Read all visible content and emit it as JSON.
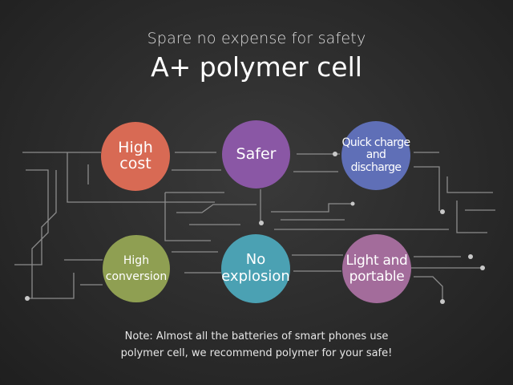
{
  "header": {
    "subtitle": "Spare no expense for safety",
    "title": "A+ polymer cell"
  },
  "features": [
    {
      "line1": "High",
      "line2": "cost",
      "line3": "",
      "color": "#d86a54"
    },
    {
      "line1": "Safer",
      "line2": "",
      "line3": "",
      "color": "#8a57a5"
    },
    {
      "line1": "Quick charge",
      "line2": "and",
      "line3": "discharge",
      "color": "#5f6fb7"
    },
    {
      "line1": "High",
      "line2": "conversion",
      "line3": "",
      "color": "#8f9f52"
    },
    {
      "line1": "No",
      "line2": "explosion",
      "line3": "",
      "color": "#4ba1b3"
    },
    {
      "line1": "Light and",
      "line2": "portable",
      "line3": "",
      "color": "#a36c9b"
    }
  ],
  "note": {
    "line1": "Note: Almost all the batteries of smart phones use",
    "line2": "polymer cell, we recommend polymer for your safe!"
  },
  "colors": {
    "background": "#2b2b2b",
    "circuit_line": "#8c8c8c"
  }
}
